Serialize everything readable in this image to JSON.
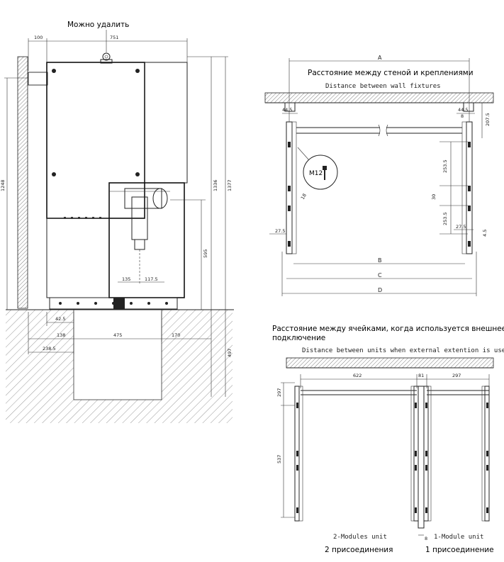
{
  "labels": {
    "removable": "Можно удалить",
    "wall_fixtures_ru": "Расстояние между стеной и креплениями",
    "wall_fixtures_en": "Distance between wall fixtures",
    "units_ru_line1": "Расстояние между ячейками, когда используется внешнее",
    "units_ru_line2": "подключение",
    "units_en": "Distance between units when external extention is used",
    "two_modules_en": "2-Modules unit",
    "one_module_en": "1-Module unit",
    "two_conn_ru": "2 присоединения",
    "one_conn_ru": "1 присоединение",
    "bolt": "M12"
  },
  "dims": {
    "d100": "100",
    "d751": "751",
    "d1248": "1248",
    "d1336": "1336",
    "d1377": "1377",
    "d595": "595",
    "d135": "135",
    "d117_5": "117.5",
    "d42_5": "42.5",
    "d138": "138",
    "d475": "475",
    "d170": "170",
    "d238_5": "238.5",
    "d497": "497",
    "A": "A",
    "B": "B",
    "C": "C",
    "D": "D",
    "d44_5a": "44.5",
    "d44_5b": "44.5",
    "d8": "8",
    "d207_5": "207.5",
    "d253_5a": "253.5",
    "d30": "30",
    "d253_5b": "253.5",
    "d27_5a": "27.5",
    "d27_5b": "27.5",
    "d4_5": "4.5",
    "d18": "18",
    "d622": "622",
    "d81": "81",
    "d297a": "297",
    "d297b": "297",
    "d537": "537",
    "d8b": "8"
  }
}
